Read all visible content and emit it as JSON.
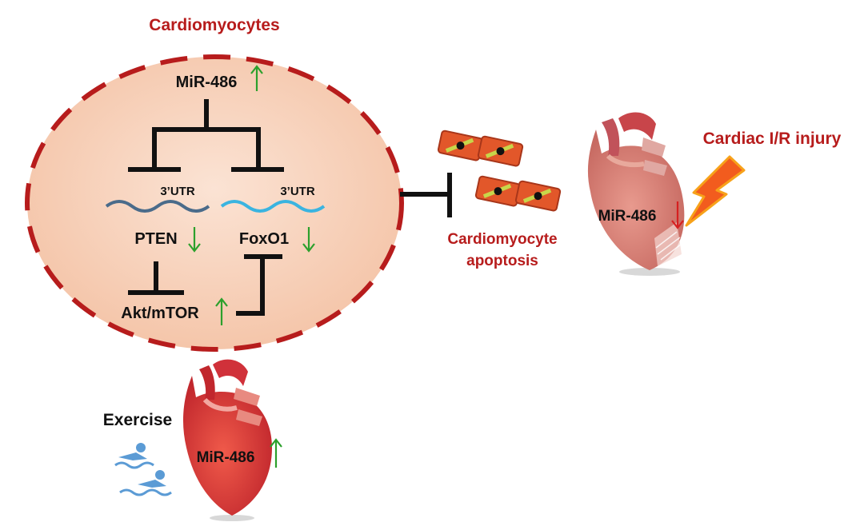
{
  "cell": {
    "title": "Cardiomyocytes",
    "mir": "MiR-486",
    "utr_left": "3’UTR",
    "utr_right": "3’UTR",
    "pten": "PTEN",
    "foxo": "FoxO1",
    "akt": "Akt/mTOR"
  },
  "apoptosis": {
    "line1": "Cardiomyocyte",
    "line2": "apoptosis"
  },
  "injury": {
    "title": "Cardiac I/R injury",
    "mir": "MiR-486"
  },
  "exercise": {
    "title": "Exercise",
    "mir": "MiR-486"
  },
  "colors": {
    "up_arrow": "#2ca02c",
    "down_arrow_green": "#2ca02c",
    "down_arrow_red": "#d62020",
    "dark_red": "#b71c1c",
    "cell_fill": "#f6c9ad",
    "utr_left": "#4a6b8a",
    "utr_right": "#3ab4e0",
    "bolt": "#f25c1e"
  }
}
